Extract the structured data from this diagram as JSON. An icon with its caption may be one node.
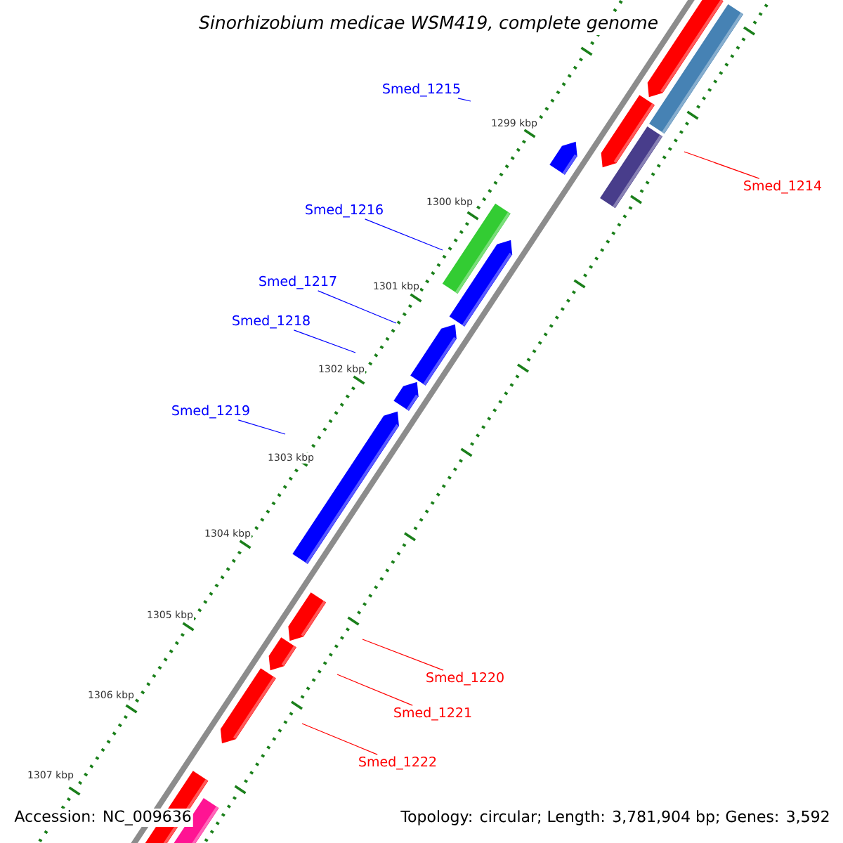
{
  "diagram": {
    "title": "*Sinorhizobium medicae* WSM419, complete genome",
    "nodes": [
      {
        "text": [
          "Smed_1215"
        ]
      },
      {
        "text": [
          "Smed_1214"
        ]
      },
      {
        "text": [
          "Smed_1216"
        ]
      },
      {
        "text": [
          "Smed_1217"
        ]
      },
      {
        "text": [
          "Smed_1218"
        ]
      },
      {
        "text": [
          "Smed_1219"
        ]
      },
      {
        "text": [
          "Smed_1220"
        ]
      },
      {
        "text": [
          "Smed_1221"
        ]
      },
      {
        "text": [
          "Smed_1222"
        ]
      }
    ],
    "edges": [
      {
        "from": 0,
        "to": null,
        "arrow": "none"
      },
      {
        "from": 1,
        "to": null,
        "arrow": "none",
        "color": "#ff0000"
      },
      {
        "from": 2,
        "to": null,
        "arrow": "none"
      },
      {
        "from": 3,
        "to": null,
        "arrow": "none"
      },
      {
        "from": 4,
        "to": null,
        "arrow": "none"
      },
      {
        "from": 5,
        "to": null,
        "arrow": "none"
      },
      {
        "from": 6,
        "to": null,
        "arrow": "none",
        "color": "#ff0000"
      },
      {
        "from": 7,
        "to": null,
        "arrow": "none",
        "color": "#ff0000"
      },
      {
        "from": 8,
        "to": null,
        "arrow": "none",
        "color": "#ff0000"
      }
    ],
    "labels": [
      "1299 kbp",
      "1300 kbp",
      "1301 kbp",
      "1302 kbp",
      "1303 kbp",
      "1304 kbp",
      "1305 kbp",
      "1306 kbp",
      "1307 kbp",
      "Accession: NC_009636",
      "Topology: circular; Length: 3,781,904 bp; Genes: 3,592"
    ]
  }
}
